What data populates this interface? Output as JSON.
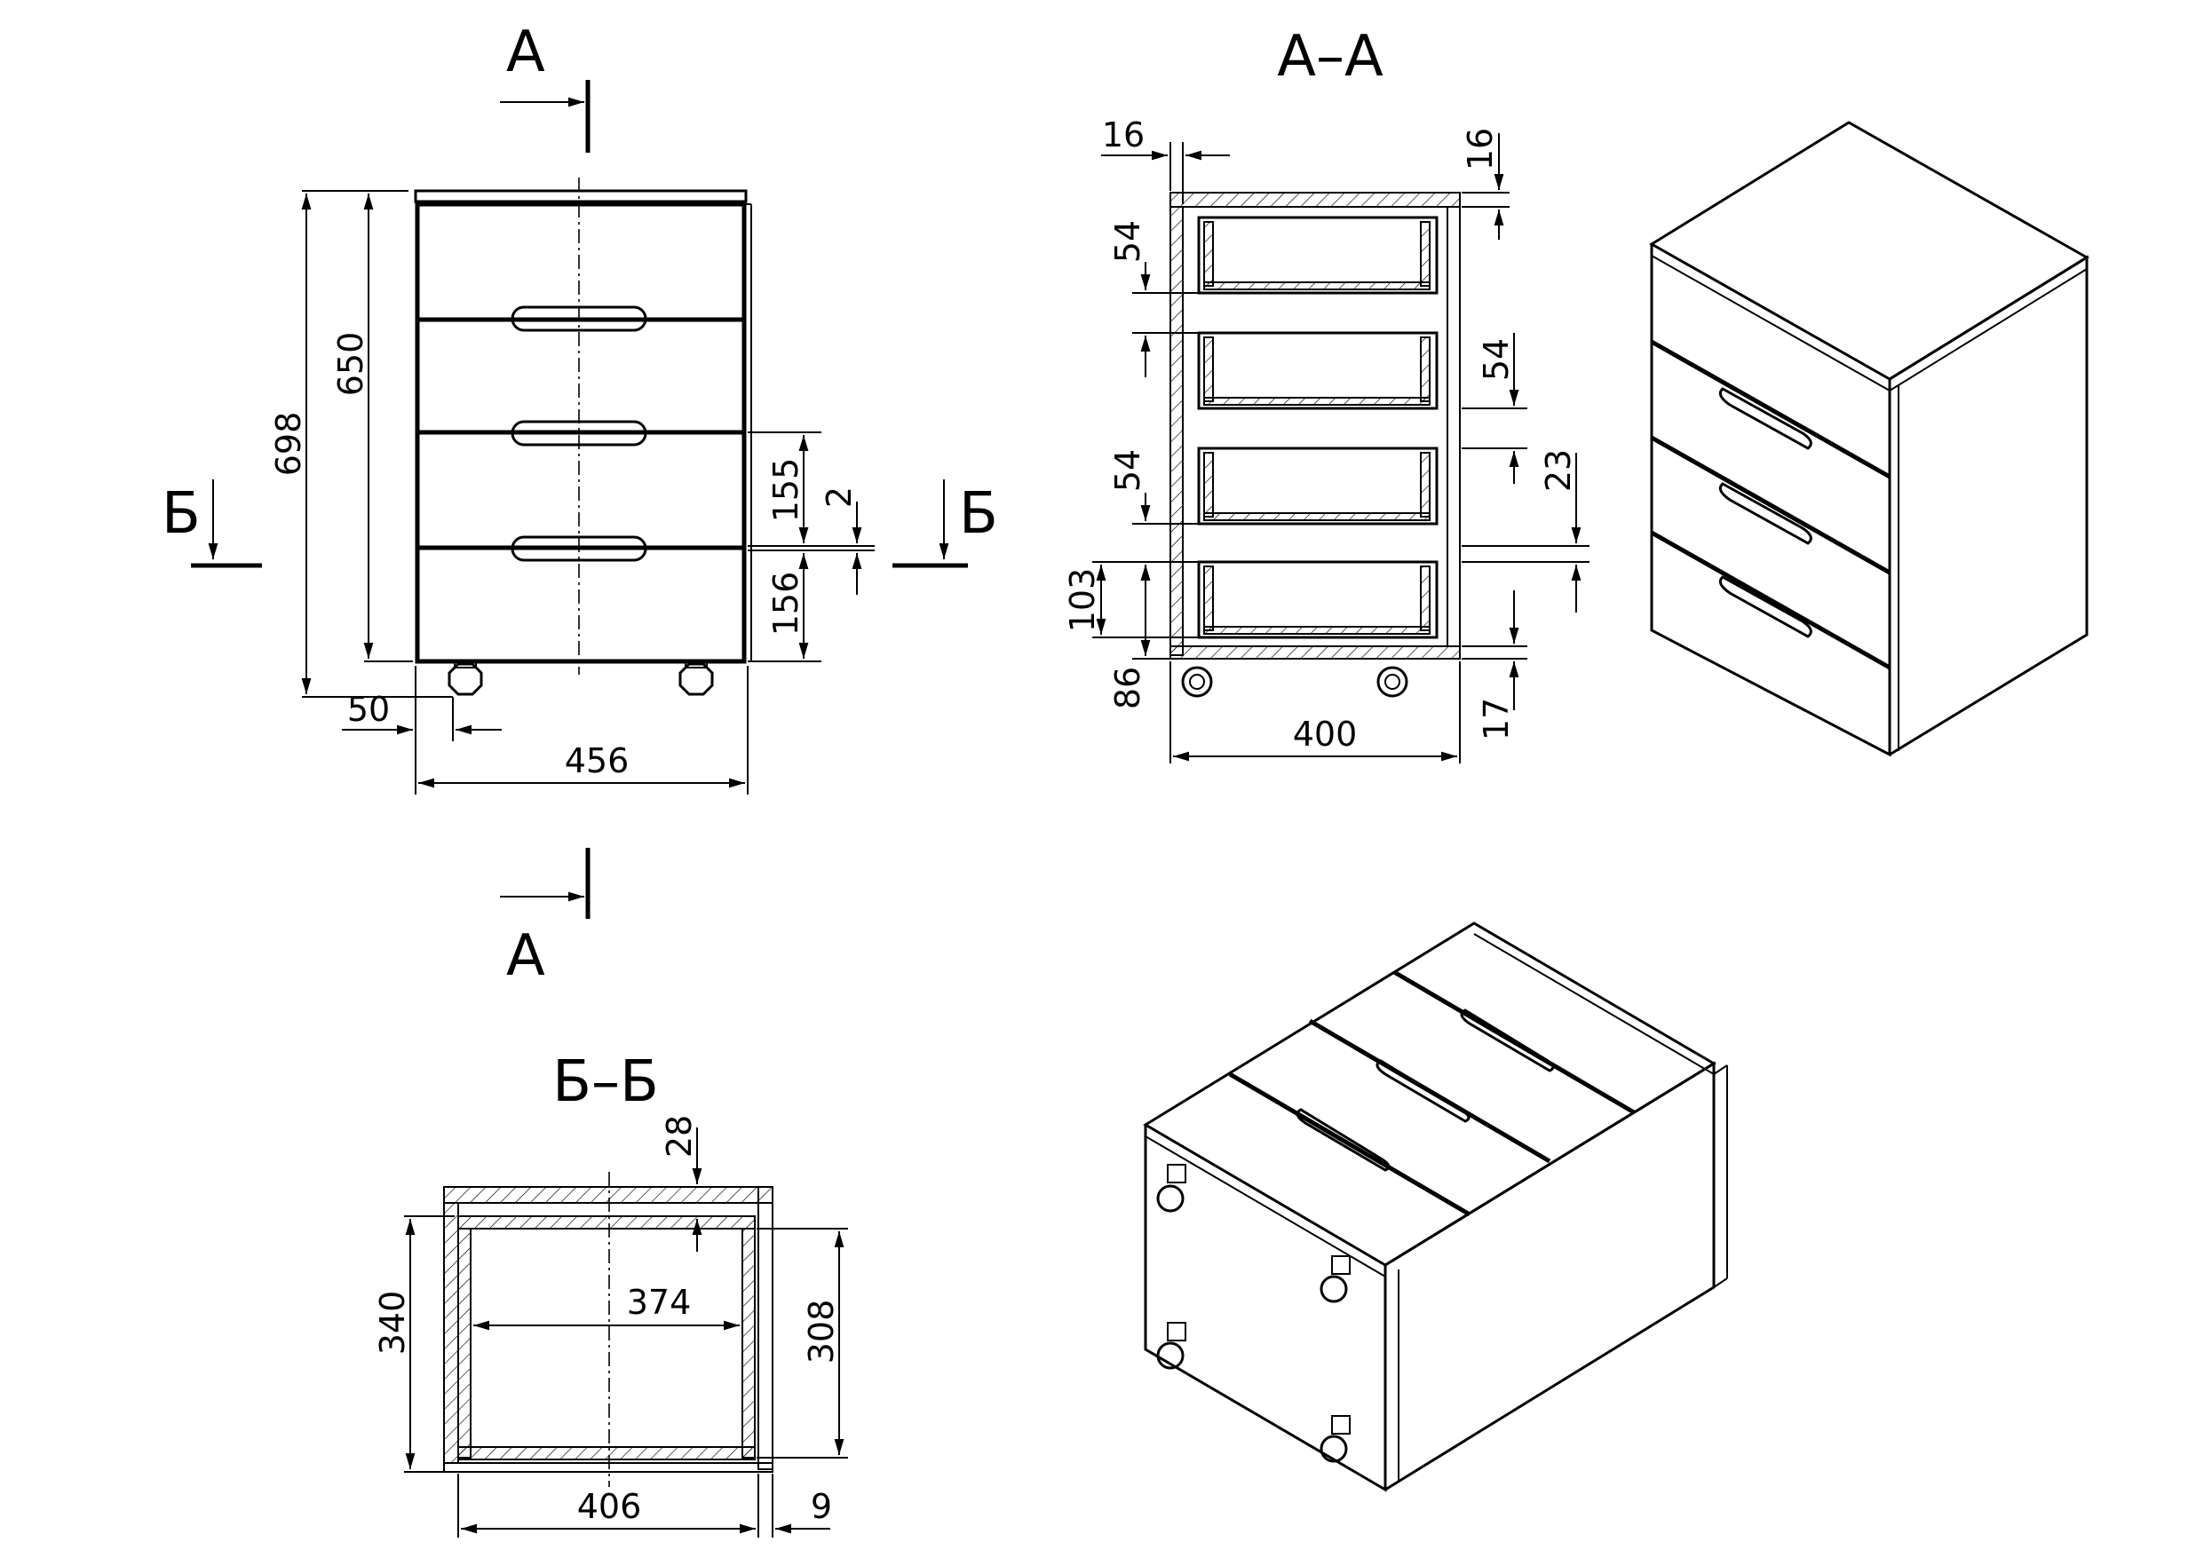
{
  "section_labels": {
    "a_top": "А",
    "a_bottom": "А",
    "b_left": "Б",
    "b_right": "Б",
    "section_aa": "А–А",
    "section_bb": "Б–Б"
  },
  "front_view": {
    "height_total": "698",
    "height_body": "650",
    "drawer_height_155": "155",
    "gap_2": "2",
    "drawer_height_156": "156",
    "wheel_offset": "50",
    "width": "456"
  },
  "section_aa": {
    "wall_16_left": "16",
    "top_16_right": "16",
    "gap_54_top": "54",
    "gap_54_right": "54",
    "gap_54_lower": "54",
    "gap_23": "23",
    "height_103": "103",
    "base_86": "86",
    "base_17": "17",
    "depth_400": "400"
  },
  "section_bb": {
    "back_28": "28",
    "outer_340": "340",
    "inner_374": "374",
    "inner_308": "308",
    "width_406": "406",
    "side_9": "9"
  }
}
